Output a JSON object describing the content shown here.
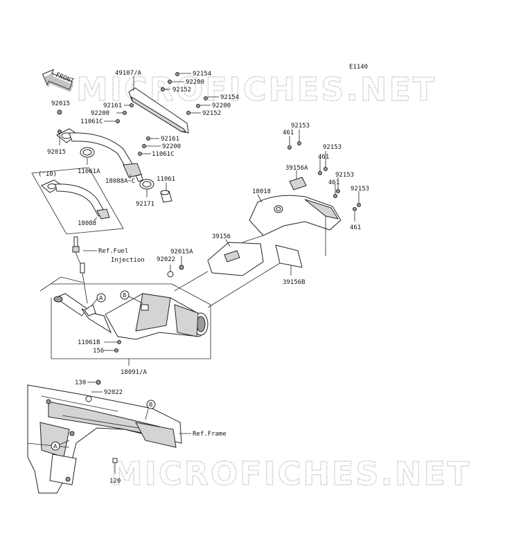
{
  "diagram_code": "E1140",
  "watermark": "MICROFICHES.NET",
  "front_marker": "FRONT",
  "year_note": "('10)",
  "refs": {
    "fuel_line1": "Ref.Fuel",
    "fuel_line2": "Injection",
    "frame": "Ref.Frame"
  },
  "callouts": {
    "a": "A",
    "b": "B"
  },
  "labels": {
    "p49107A": "49107/A",
    "p92154a": "92154",
    "p92200a": "92200",
    "p92152a": "92152",
    "p92154b": "92154",
    "p92200b": "92200",
    "p92152b": "92152",
    "p92015a": "92015",
    "p92161a": "92161",
    "p92200c": "92200",
    "p11061Ca": "11061C",
    "p92015b": "92015",
    "p11061A": "11061A",
    "p92161b": "92161",
    "p92200d": "92200",
    "p11061Cb": "11061C",
    "p18088AC": "18088A~C",
    "p11061": "11061",
    "p92171": "92171",
    "p18088": "18088",
    "p92153a": "92153",
    "p461a": "461",
    "p92153b": "92153",
    "p461b": "461",
    "p39156A": "39156A",
    "p92153c": "92153",
    "p461c": "461",
    "p92153d": "92153",
    "p18018": "18018",
    "p461d": "461",
    "p39156": "39156",
    "p92015A": "92015A",
    "p92022a": "92022",
    "p39156B": "39156B",
    "p11061B": "11061B",
    "p156": "156",
    "p18091A": "18091/A",
    "p130": "130",
    "p92022b": "92022",
    "p120": "120"
  }
}
